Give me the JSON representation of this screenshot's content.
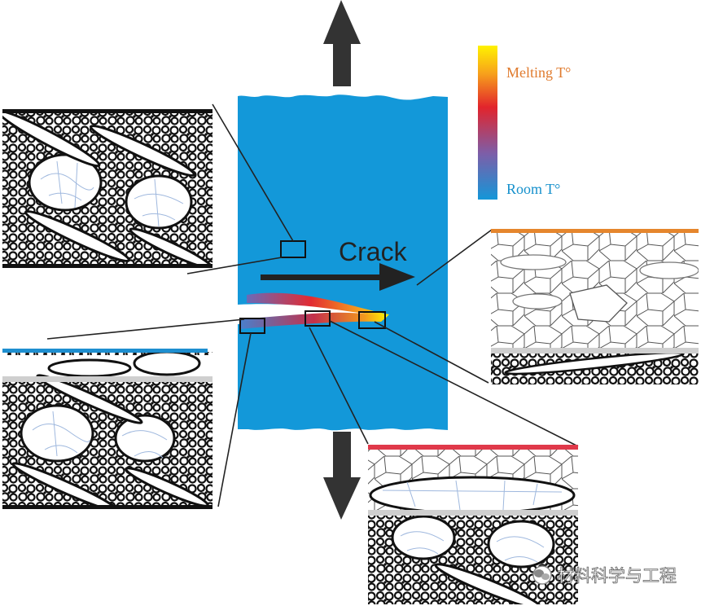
{
  "labels": {
    "crack": "Crack",
    "melting": "Melting T°",
    "room": "Room T°"
  },
  "watermark": {
    "text": "材料科学与工程",
    "icon": "wechat-icon"
  },
  "colors": {
    "specimen": "#1398d9",
    "melting_label": "#e07b2e",
    "room_label": "#1590cc",
    "arrow": "#333333",
    "top_bar_orange": "#e5862d",
    "top_bar_blue": "#1e8fd0",
    "top_bar_red": "#e0394a",
    "grey_bar": "#cfcfcf"
  },
  "icons": {
    "up_arrow": "up-arrow-icon",
    "down_arrow": "down-arrow-icon",
    "crack_arrow": "right-arrow-icon"
  }
}
